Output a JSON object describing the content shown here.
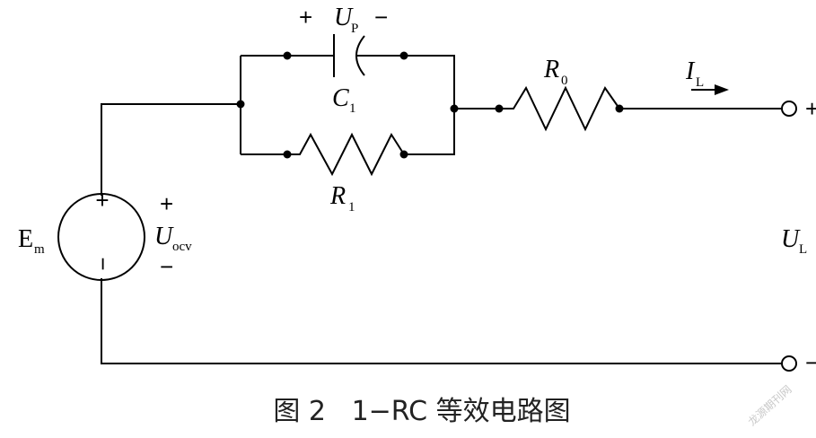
{
  "labels": {
    "up_plus": "+",
    "up_main": "U",
    "up_sub": "P",
    "up_minus": "−",
    "c1_main": "C",
    "c1_sub": "1",
    "r1_main": "R",
    "r1_sub": "1",
    "r0_main": "R",
    "r0_sub": "0",
    "il_main": "I",
    "il_sub": "L",
    "em_main": "E",
    "em_sub": "m",
    "src_plus": "+",
    "src_minus": "−",
    "uocv_plus": "+",
    "uocv_main": "U",
    "uocv_sub": "ocv",
    "uocv_minus": "−",
    "ul_main": "U",
    "ul_sub": "L",
    "out_plus": "+",
    "out_minus": "−"
  },
  "caption": "图 2   1−RC 等效电路图",
  "watermark": "龙源期刊网"
}
